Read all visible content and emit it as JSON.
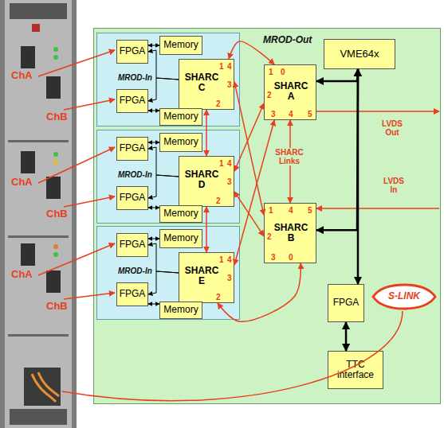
{
  "diagram": {
    "nodes": [
      {
        "text": [
          "MROD-Out"
        ]
      },
      {
        "text": [
          "MROD-In"
        ],
        "in": 0
      },
      {
        "text": [
          "FPGA"
        ],
        "in": 1
      },
      {
        "text": [
          "Memory"
        ],
        "in": 1
      },
      {
        "text": [
          "SHARC C",
          "1",
          "4",
          "3",
          "2"
        ],
        "in": 1
      },
      {
        "text": [
          "FPGA"
        ],
        "in": 1
      },
      {
        "text": [
          "Memory"
        ],
        "in": 1
      },
      {
        "text": [
          "MROD-In"
        ],
        "in": 0
      },
      {
        "text": [
          "FPGA"
        ],
        "in": 7
      },
      {
        "text": [
          "Memory"
        ],
        "in": 7
      },
      {
        "text": [
          "SHARC D",
          "1",
          "4",
          "3",
          "2"
        ],
        "in": 7
      },
      {
        "text": [
          "FPGA"
        ],
        "in": 7
      },
      {
        "text": [
          "Memory"
        ],
        "in": 7
      },
      {
        "text": [
          "MROD-In"
        ],
        "in": 0
      },
      {
        "text": [
          "FPGA"
        ],
        "in": 13
      },
      {
        "text": [
          "Memory"
        ],
        "in": 13
      },
      {
        "text": [
          "SHARC E",
          "1",
          "4",
          "3",
          "2"
        ],
        "in": 13
      },
      {
        "text": [
          "FPGA"
        ],
        "in": 13
      },
      {
        "text": [
          "Memory"
        ],
        "in": 13
      },
      {
        "text": [
          "SHARC A",
          "1",
          "0",
          "2",
          "3",
          "4",
          "5"
        ],
        "in": 0
      },
      {
        "text": [
          "SHARC B",
          "1",
          "4",
          "5",
          "2",
          "3",
          "0"
        ],
        "in": 0
      },
      {
        "text": [
          "VME64x"
        ],
        "in": 0
      },
      {
        "text": [
          "FPGA"
        ],
        "in": 0
      },
      {
        "text": [
          "TTC interface"
        ],
        "in": 0
      },
      {
        "text": [
          "S-LINK"
        ]
      }
    ],
    "edges": [
      {
        "from": 4,
        "to": 2,
        "arrow": "to"
      },
      {
        "from": 4,
        "to": 5,
        "arrow": "to"
      },
      {
        "from": 2,
        "to": 3,
        "arrow": "both"
      },
      {
        "from": 5,
        "to": 6,
        "arrow": "both"
      },
      {
        "from": 10,
        "to": 8,
        "arrow": "to"
      },
      {
        "from": 10,
        "to": 11,
        "arrow": "to"
      },
      {
        "from": 8,
        "to": 9,
        "arrow": "both"
      },
      {
        "from": 11,
        "to": 12,
        "arrow": "both"
      },
      {
        "from": 16,
        "to": 14,
        "arrow": "to"
      },
      {
        "from": 16,
        "to": 17,
        "arrow": "to"
      },
      {
        "from": 14,
        "to": 15,
        "arrow": "both"
      },
      {
        "from": 17,
        "to": 18,
        "arrow": "both"
      },
      {
        "from": 4,
        "to": 10,
        "arrow": "both"
      },
      {
        "from": 10,
        "to": 16,
        "arrow": "both"
      },
      {
        "from": 4,
        "to": 19,
        "arrow": "both"
      },
      {
        "from": 4,
        "to": 20,
        "arrow": "both"
      },
      {
        "from": 10,
        "to": 19,
        "arrow": "both"
      },
      {
        "from": 10,
        "to": 20,
        "arrow": "both"
      },
      {
        "from": 16,
        "to": 19,
        "arrow": "both"
      },
      {
        "from": 16,
        "to": 20,
        "arrow": "both"
      },
      {
        "from": 19,
        "to": 20,
        "arrow": "both"
      },
      {
        "from": 19,
        "to": 21,
        "arrow": "both"
      },
      {
        "from": 20,
        "to": 21,
        "arrow": "both"
      },
      {
        "from": 21,
        "to": 22,
        "arrow": "both"
      },
      {
        "from": 22,
        "to": 23,
        "arrow": "both"
      }
    ],
    "labels": [
      "ChA",
      "ChB",
      "ChA",
      "ChB",
      "ChA",
      "ChB",
      "SHARC Links",
      "LVDS Out",
      "LVDS In"
    ]
  }
}
